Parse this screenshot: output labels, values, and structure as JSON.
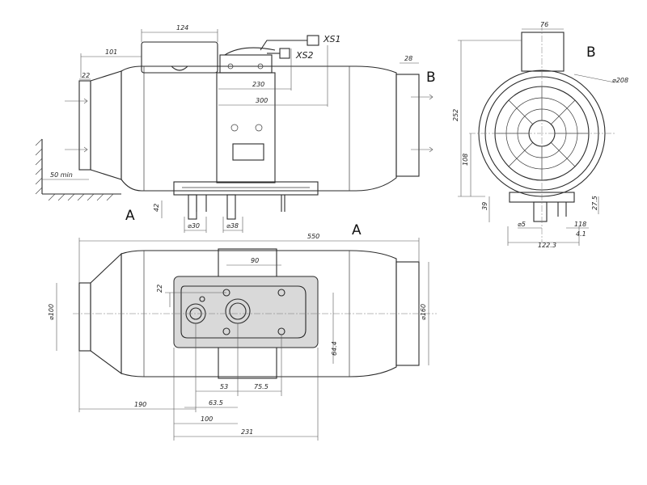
{
  "view_labels": {
    "view_a": "A",
    "view_b": "B",
    "section_a_marker": "A",
    "section_b_marker": "B"
  },
  "connectors": {
    "xs1": "XS1",
    "xs2": "XS2"
  },
  "side_view": {
    "d124": "124",
    "d101": "101",
    "d22": "22",
    "d28": "28",
    "d230": "230",
    "d300": "300",
    "d50min": "50 min",
    "d42": "42",
    "d30": "⌀30",
    "d38": "⌀38"
  },
  "end_view": {
    "d76": "76",
    "d208": "⌀208",
    "d252": "252",
    "d108": "108",
    "d39": "39",
    "d275": "27.5",
    "d5": "⌀5",
    "d118": "118",
    "d41": "4.1",
    "d1223": "122.3"
  },
  "bottom_view": {
    "d550": "550",
    "d90": "90",
    "d22": "22",
    "d100dia": "⌀100",
    "d160dia": "⌀160",
    "d644": "64.4",
    "d53": "53",
    "d755": "75.5",
    "d635": "63.5",
    "d190": "190",
    "d100": "100",
    "d231": "231"
  },
  "colors": {
    "line": "#2a2a2a",
    "gasket_fill": "#d9d9d9",
    "background": "#ffffff"
  }
}
